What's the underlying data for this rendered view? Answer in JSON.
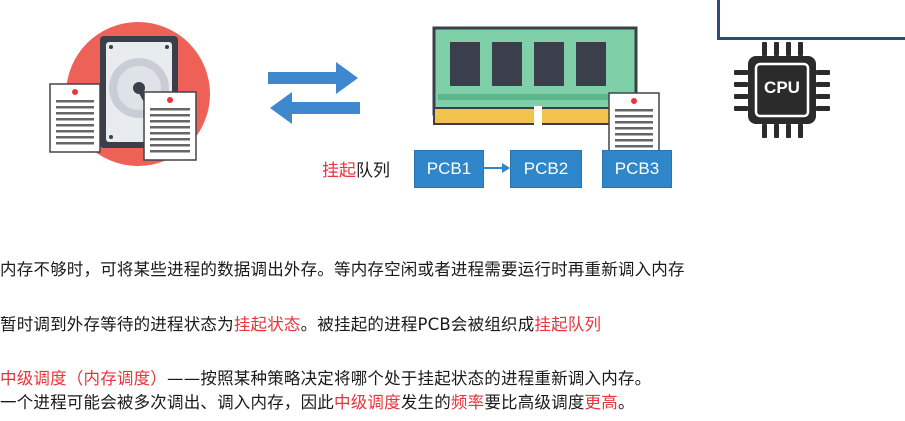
{
  "diagram": {
    "queue_label_highlight": "挂起",
    "queue_label_rest": "队列",
    "pcb_items": [
      "PCB1",
      "PCB2",
      "PCB3"
    ],
    "cpu_label": "CPU"
  },
  "text": {
    "line1": "内存不够时，可将某些进程的数据调出外存。等内存空闲或者进程需要运行时再重新调入内存",
    "line2_a": "暂时调到外存等待的进程状态为",
    "line2_b": "挂起状态",
    "line2_c": "。被挂起的进程PCB会被组织成",
    "line2_d": "挂起队列",
    "line3_a": "中级调度（内存调度）",
    "line3_b": "——按照某种策略决定将哪个处于挂起状态的进程重新调入内存。",
    "line4_a": "一个进程可能会被多次调出、调入内存，因此",
    "line4_b": "中级调度",
    "line4_c": "发生的",
    "line4_d": "频率",
    "line4_e": "要比高级调度",
    "line4_f": "更高",
    "line4_g": "。"
  },
  "colors": {
    "accent_red": "#e8343c",
    "pcb_blue": "#2f86c8",
    "arrow_blue": "#3f87cf",
    "ram_green": "#7fd0a8",
    "chip_dark": "#2b2b2b"
  }
}
